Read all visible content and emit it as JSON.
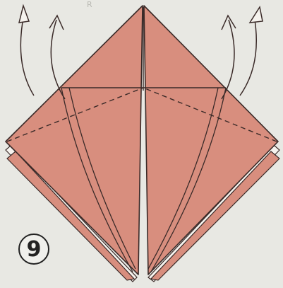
{
  "step": {
    "number": "9"
  },
  "corner_mark": "R",
  "colors": {
    "background": "#e8e8e3",
    "paper_face": "#d88e7e",
    "paper_back": "#f6f3ee",
    "outline": "#3a2a28"
  },
  "icons": {
    "fold_arrows": "curved-arrow-up-icon",
    "step_badge": "circled-number"
  }
}
